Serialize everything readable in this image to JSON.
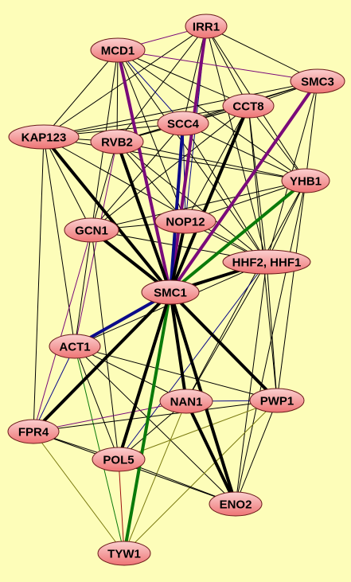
{
  "colors": {
    "background": "#fdfdb9",
    "node_fill_top": "#fbd0d0",
    "node_fill_bottom": "#ee7474",
    "node_stroke": "#6b1a1a",
    "edge_black": "#000000",
    "edge_purple": "#7a0a7a",
    "edge_blue": "#0b0b8a",
    "edge_green": "#0a7a0a",
    "edge_olive": "#7a7a10",
    "edge_red": "#a01010"
  },
  "nodes": [
    {
      "id": "IRR1",
      "label": "IRR1"
    },
    {
      "id": "MCD1",
      "label": "MCD1"
    },
    {
      "id": "SMC3",
      "label": "SMC3"
    },
    {
      "id": "CCT8",
      "label": "CCT8"
    },
    {
      "id": "SCC4",
      "label": "SCC4"
    },
    {
      "id": "KAP123",
      "label": "KAP123"
    },
    {
      "id": "RVB2",
      "label": "RVB2"
    },
    {
      "id": "YHB1",
      "label": "YHB1"
    },
    {
      "id": "NOP12",
      "label": "NOP12"
    },
    {
      "id": "GCN1",
      "label": "GCN1"
    },
    {
      "id": "HHF2",
      "label": "HHF2, HHF1"
    },
    {
      "id": "SMC1",
      "label": "SMC1"
    },
    {
      "id": "ACT1",
      "label": "ACT1"
    },
    {
      "id": "NAN1",
      "label": "NAN1"
    },
    {
      "id": "PWP1",
      "label": "PWP1"
    },
    {
      "id": "FPR4",
      "label": "FPR4"
    },
    {
      "id": "POL5",
      "label": "POL5"
    },
    {
      "id": "ENO2",
      "label": "ENO2"
    },
    {
      "id": "TYW1",
      "label": "TYW1"
    }
  ],
  "edges": [
    {
      "from": "SMC1",
      "to": "MCD1",
      "color": "purple",
      "weight": "thick"
    },
    {
      "from": "SMC1",
      "to": "IRR1",
      "color": "purple",
      "weight": "thick"
    },
    {
      "from": "SMC1",
      "to": "SMC3",
      "color": "purple",
      "weight": "thick"
    },
    {
      "from": "SMC1",
      "to": "SCC4",
      "color": "blue",
      "weight": "thick"
    },
    {
      "from": "SMC1",
      "to": "ACT1",
      "color": "blue",
      "weight": "thick"
    },
    {
      "from": "SMC1",
      "to": "YHB1",
      "color": "green",
      "weight": "thick"
    },
    {
      "from": "SMC1",
      "to": "TYW1",
      "color": "green",
      "weight": "thick"
    },
    {
      "from": "SMC1",
      "to": "KAP123",
      "color": "black",
      "weight": "thick"
    },
    {
      "from": "SMC1",
      "to": "RVB2",
      "color": "black",
      "weight": "thick"
    },
    {
      "from": "SMC1",
      "to": "CCT8",
      "color": "black",
      "weight": "thick"
    },
    {
      "from": "SMC1",
      "to": "GCN1",
      "color": "black",
      "weight": "thick"
    },
    {
      "from": "SMC1",
      "to": "NOP12",
      "color": "black",
      "weight": "thick"
    },
    {
      "from": "SMC1",
      "to": "HHF2",
      "color": "black",
      "weight": "thick"
    },
    {
      "from": "SMC1",
      "to": "FPR4",
      "color": "black",
      "weight": "thick"
    },
    {
      "from": "SMC1",
      "to": "POL5",
      "color": "black",
      "weight": "thick"
    },
    {
      "from": "SMC1",
      "to": "NAN1",
      "color": "black",
      "weight": "thick"
    },
    {
      "from": "SMC1",
      "to": "PWP1",
      "color": "black",
      "weight": "thick"
    },
    {
      "from": "SMC1",
      "to": "ENO2",
      "color": "black",
      "weight": "thick"
    },
    {
      "from": "IRR1",
      "to": "MCD1",
      "color": "purple",
      "weight": "thin"
    },
    {
      "from": "IRR1",
      "to": "SMC3",
      "color": "black",
      "weight": "thin"
    },
    {
      "from": "IRR1",
      "to": "CCT8",
      "color": "black",
      "weight": "thin"
    },
    {
      "from": "IRR1",
      "to": "SCC4",
      "color": "black",
      "weight": "thin"
    },
    {
      "from": "IRR1",
      "to": "RVB2",
      "color": "black",
      "weight": "thin"
    },
    {
      "from": "IRR1",
      "to": "KAP123",
      "color": "black",
      "weight": "thin"
    },
    {
      "from": "IRR1",
      "to": "NOP12",
      "color": "blue",
      "weight": "thin"
    },
    {
      "from": "IRR1",
      "to": "YHB1",
      "color": "black",
      "weight": "thin"
    },
    {
      "from": "IRR1",
      "to": "HHF2",
      "color": "black",
      "weight": "thin"
    },
    {
      "from": "MCD1",
      "to": "SMC3",
      "color": "purple",
      "weight": "thin"
    },
    {
      "from": "MCD1",
      "to": "CCT8",
      "color": "black",
      "weight": "thin"
    },
    {
      "from": "MCD1",
      "to": "SCC4",
      "color": "blue",
      "weight": "thin"
    },
    {
      "from": "MCD1",
      "to": "KAP123",
      "color": "black",
      "weight": "thin"
    },
    {
      "from": "MCD1",
      "to": "RVB2",
      "color": "black",
      "weight": "thin"
    },
    {
      "from": "MCD1",
      "to": "NOP12",
      "color": "black",
      "weight": "thin"
    },
    {
      "from": "MCD1",
      "to": "YHB1",
      "color": "black",
      "weight": "thin"
    },
    {
      "from": "MCD1",
      "to": "HHF2",
      "color": "black",
      "weight": "thin"
    },
    {
      "from": "MCD1",
      "to": "GCN1",
      "color": "black",
      "weight": "thin"
    },
    {
      "from": "SMC3",
      "to": "CCT8",
      "color": "black",
      "weight": "thin"
    },
    {
      "from": "SMC3",
      "to": "SCC4",
      "color": "black",
      "weight": "thin"
    },
    {
      "from": "SMC3",
      "to": "KAP123",
      "color": "black",
      "weight": "thin"
    },
    {
      "from": "SMC3",
      "to": "RVB2",
      "color": "black",
      "weight": "thin"
    },
    {
      "from": "SMC3",
      "to": "YHB1",
      "color": "black",
      "weight": "thin"
    },
    {
      "from": "SMC3",
      "to": "HHF2",
      "color": "black",
      "weight": "thin"
    },
    {
      "from": "CCT8",
      "to": "SCC4",
      "color": "black",
      "weight": "thin"
    },
    {
      "from": "CCT8",
      "to": "KAP123",
      "color": "black",
      "weight": "thin"
    },
    {
      "from": "CCT8",
      "to": "RVB2",
      "color": "black",
      "weight": "thin"
    },
    {
      "from": "CCT8",
      "to": "YHB1",
      "color": "black",
      "weight": "thin"
    },
    {
      "from": "CCT8",
      "to": "NOP12",
      "color": "black",
      "weight": "thin"
    },
    {
      "from": "CCT8",
      "to": "HHF2",
      "color": "black",
      "weight": "thin"
    },
    {
      "from": "CCT8",
      "to": "GCN1",
      "color": "black",
      "weight": "thin"
    },
    {
      "from": "CCT8",
      "to": "PWP1",
      "color": "black",
      "weight": "thin"
    },
    {
      "from": "SCC4",
      "to": "KAP123",
      "color": "black",
      "weight": "thin"
    },
    {
      "from": "SCC4",
      "to": "RVB2",
      "color": "black",
      "weight": "thin"
    },
    {
      "from": "SCC4",
      "to": "YHB1",
      "color": "black",
      "weight": "thin"
    },
    {
      "from": "SCC4",
      "to": "NOP12",
      "color": "blue",
      "weight": "thin"
    },
    {
      "from": "SCC4",
      "to": "HHF2",
      "color": "black",
      "weight": "thin"
    },
    {
      "from": "SCC4",
      "to": "GCN1",
      "color": "black",
      "weight": "thin"
    },
    {
      "from": "KAP123",
      "to": "RVB2",
      "color": "black",
      "weight": "thin"
    },
    {
      "from": "KAP123",
      "to": "YHB1",
      "color": "black",
      "weight": "thin"
    },
    {
      "from": "KAP123",
      "to": "GCN1",
      "color": "black",
      "weight": "thin"
    },
    {
      "from": "KAP123",
      "to": "HHF2",
      "color": "black",
      "weight": "thin"
    },
    {
      "from": "KAP123",
      "to": "ACT1",
      "color": "black",
      "weight": "thin"
    },
    {
      "from": "KAP123",
      "to": "FPR4",
      "color": "black",
      "weight": "thin"
    },
    {
      "from": "RVB2",
      "to": "YHB1",
      "color": "black",
      "weight": "thin"
    },
    {
      "from": "RVB2",
      "to": "NOP12",
      "color": "black",
      "weight": "thin"
    },
    {
      "from": "RVB2",
      "to": "GCN1",
      "color": "black",
      "weight": "thin"
    },
    {
      "from": "RVB2",
      "to": "HHF2",
      "color": "black",
      "weight": "thin"
    },
    {
      "from": "RVB2",
      "to": "ACT1",
      "color": "purple",
      "weight": "thin"
    },
    {
      "from": "YHB1",
      "to": "NOP12",
      "color": "black",
      "weight": "thin"
    },
    {
      "from": "YHB1",
      "to": "GCN1",
      "color": "black",
      "weight": "thin"
    },
    {
      "from": "YHB1",
      "to": "HHF2",
      "color": "black",
      "weight": "thin"
    },
    {
      "from": "YHB1",
      "to": "PWP1",
      "color": "black",
      "weight": "thin"
    },
    {
      "from": "YHB1",
      "to": "NAN1",
      "color": "black",
      "weight": "thin"
    },
    {
      "from": "YHB1",
      "to": "ENO2",
      "color": "black",
      "weight": "thin"
    },
    {
      "from": "NOP12",
      "to": "GCN1",
      "color": "black",
      "weight": "thin"
    },
    {
      "from": "NOP12",
      "to": "HHF2",
      "color": "black",
      "weight": "thin"
    },
    {
      "from": "GCN1",
      "to": "HHF2",
      "color": "black",
      "weight": "thin"
    },
    {
      "from": "GCN1",
      "to": "ACT1",
      "color": "black",
      "weight": "thin"
    },
    {
      "from": "GCN1",
      "to": "FPR4",
      "color": "purple",
      "weight": "thin"
    },
    {
      "from": "GCN1",
      "to": "POL5",
      "color": "black",
      "weight": "thin"
    },
    {
      "from": "HHF2",
      "to": "ACT1",
      "color": "black",
      "weight": "thin"
    },
    {
      "from": "HHF2",
      "to": "NAN1",
      "color": "black",
      "weight": "thin"
    },
    {
      "from": "HHF2",
      "to": "PWP1",
      "color": "black",
      "weight": "thin"
    },
    {
      "from": "HHF2",
      "to": "POL5",
      "color": "blue",
      "weight": "thin"
    },
    {
      "from": "HHF2",
      "to": "ENO2",
      "color": "black",
      "weight": "thin"
    },
    {
      "from": "ACT1",
      "to": "FPR4",
      "color": "blue",
      "weight": "thin"
    },
    {
      "from": "ACT1",
      "to": "POL5",
      "color": "black",
      "weight": "thin"
    },
    {
      "from": "ACT1",
      "to": "NAN1",
      "color": "black",
      "weight": "thin"
    },
    {
      "from": "ACT1",
      "to": "PWP1",
      "color": "black",
      "weight": "thin"
    },
    {
      "from": "ACT1",
      "to": "TYW1",
      "color": "green",
      "weight": "thin"
    },
    {
      "from": "ACT1",
      "to": "ENO2",
      "color": "black",
      "weight": "thin"
    },
    {
      "from": "NAN1",
      "to": "PWP1",
      "color": "blue",
      "weight": "thin"
    },
    {
      "from": "NAN1",
      "to": "FPR4",
      "color": "purple",
      "weight": "thin"
    },
    {
      "from": "NAN1",
      "to": "POL5",
      "color": "black",
      "weight": "thin"
    },
    {
      "from": "NAN1",
      "to": "ENO2",
      "color": "black",
      "weight": "thick"
    },
    {
      "from": "NAN1",
      "to": "TYW1",
      "color": "olive",
      "weight": "thin"
    },
    {
      "from": "PWP1",
      "to": "FPR4",
      "color": "black",
      "weight": "thin"
    },
    {
      "from": "PWP1",
      "to": "POL5",
      "color": "olive",
      "weight": "thin"
    },
    {
      "from": "PWP1",
      "to": "ENO2",
      "color": "black",
      "weight": "thin"
    },
    {
      "from": "PWP1",
      "to": "TYW1",
      "color": "olive",
      "weight": "thin"
    },
    {
      "from": "FPR4",
      "to": "POL5",
      "color": "black",
      "weight": "thin"
    },
    {
      "from": "FPR4",
      "to": "TYW1",
      "color": "olive",
      "weight": "thin"
    },
    {
      "from": "FPR4",
      "to": "ENO2",
      "color": "black",
      "weight": "thin"
    },
    {
      "from": "POL5",
      "to": "ENO2",
      "color": "black",
      "weight": "thin"
    },
    {
      "from": "POL5",
      "to": "TYW1",
      "color": "red",
      "weight": "thin"
    }
  ]
}
